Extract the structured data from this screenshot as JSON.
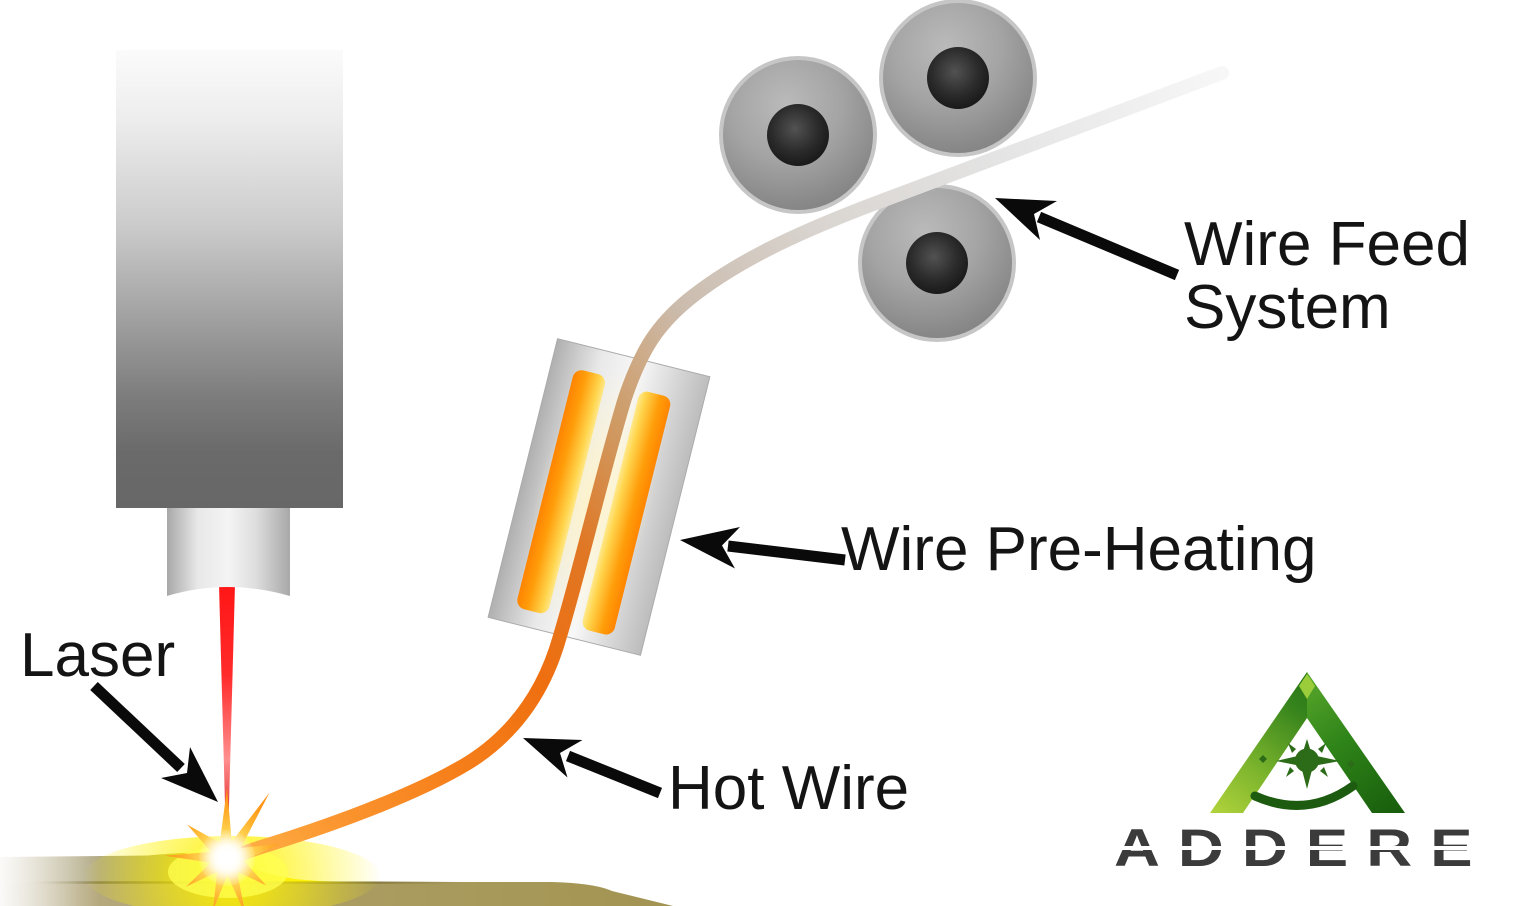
{
  "diagram": {
    "annotations": {
      "wire_feed_line1": "Wire Feed",
      "wire_feed_line2": "System",
      "wire_pre_heating": "Wire Pre-Heating",
      "hot_wire": "Hot Wire",
      "laser": "Laser"
    },
    "logo": {
      "brand": "ADDERE"
    },
    "colors": {
      "laser_beam_red": "#ff2222",
      "hot_wire_orange": "#f47318",
      "heater_orange": "#ff8c00",
      "cold_wire_gray": "#e2e2e2",
      "roller_gray": "#9a9a9a",
      "laser_head_gray": "#676767",
      "substrate_olive": "#a89a5f",
      "melt_glow_yellow": "#fff200",
      "logo_green_dark": "#1d5c10",
      "logo_green_light": "#a8ce38",
      "logo_text_gray": "#3b3b3b",
      "label_text": "#141414"
    }
  }
}
